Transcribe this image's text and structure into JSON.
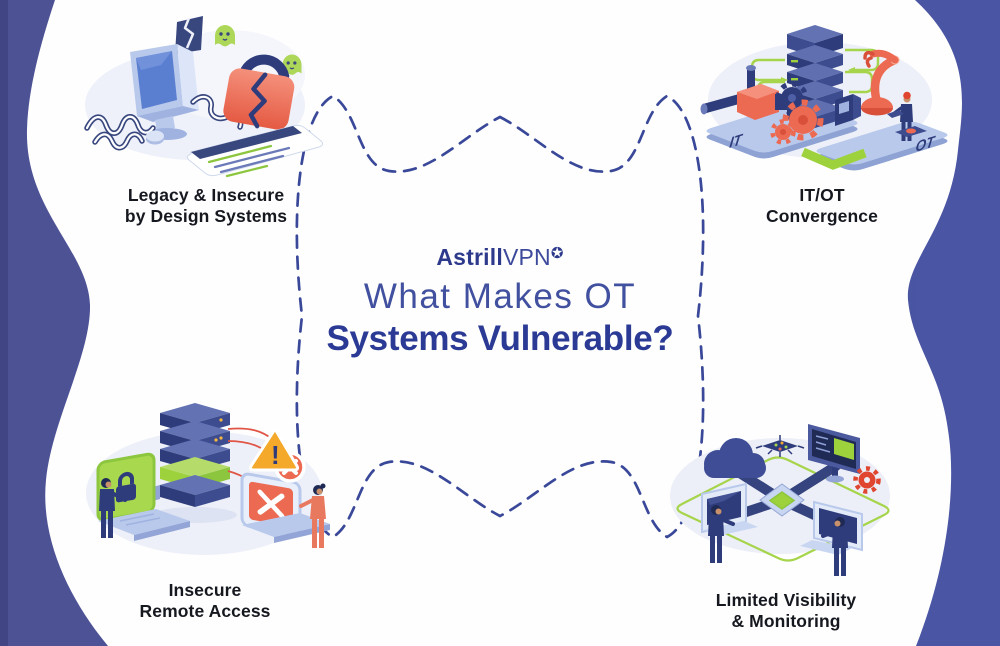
{
  "brand": {
    "bold": "Astrill",
    "light": "VPN",
    "mark": "✪"
  },
  "center": {
    "line1": "What Makes OT",
    "line2": "Systems Vulnerable?"
  },
  "topics": [
    {
      "label1": "Legacy & Insecure",
      "label2": "by Design Systems"
    },
    {
      "label1": "IT/OT",
      "label2": "Convergence"
    },
    {
      "label1": "Insecure",
      "label2": "Remote Access"
    },
    {
      "label1": "Limited Visibility",
      "label2": "& Monitoring"
    }
  ],
  "it_ot": {
    "left_platform": "IT",
    "right_platform": "OT"
  },
  "alerts": {
    "warning_mark": "!"
  },
  "colors": {
    "band": "#4c5298",
    "dash": "#3a4899",
    "title": "#2b3a94",
    "lime": "#a6d44a",
    "coral": "#ec6a52",
    "navy": "#2e3c7c"
  }
}
